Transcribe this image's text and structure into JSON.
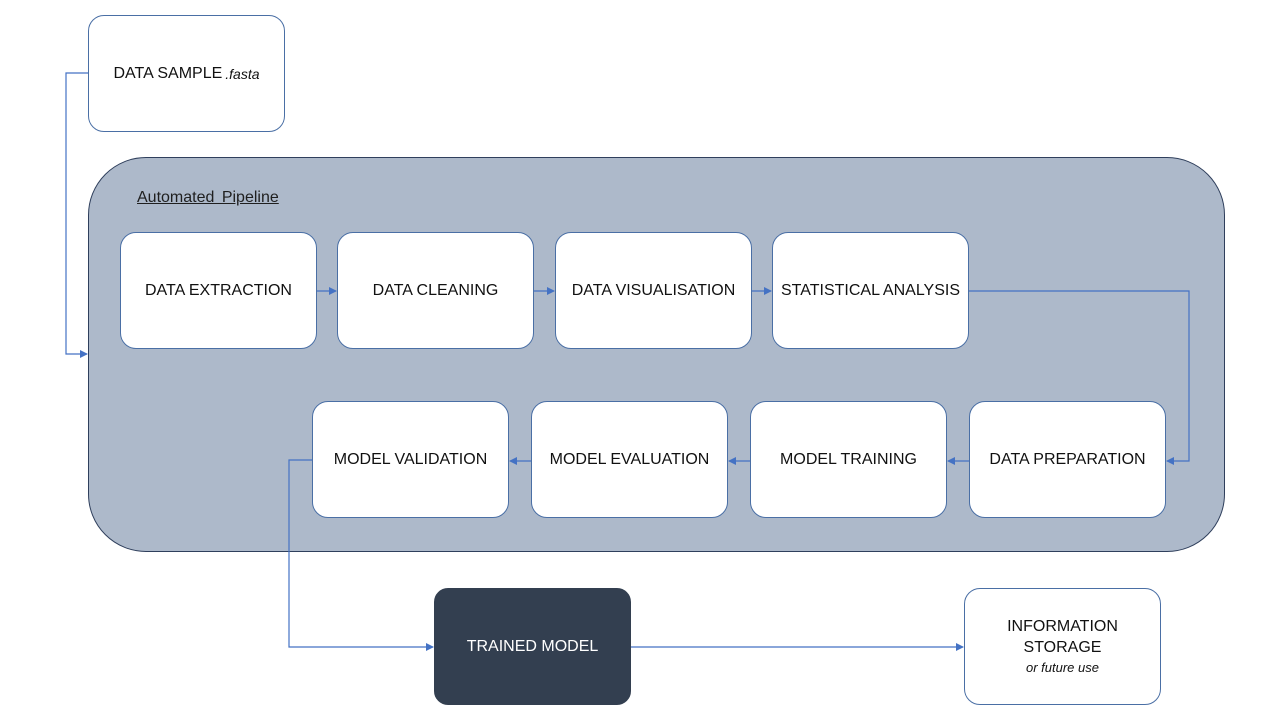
{
  "input": {
    "label": "DATA SAMPLE",
    "format": ".fasta"
  },
  "pipeline": {
    "title": "Automated Pipeline",
    "top_row": [
      "DATA EXTRACTION",
      "DATA CLEANING",
      "DATA VISUALISATION",
      "STATISTICAL ANALYSIS"
    ],
    "bottom_row": [
      "MODEL VALIDATION",
      "MODEL EVALUATION",
      "MODEL TRAINING",
      "DATA PREPARATION"
    ]
  },
  "output": {
    "model": "TRAINED MODEL",
    "storage_line1": "INFORMATION",
    "storage_line2": "STORAGE",
    "storage_note": "or future use"
  },
  "colors": {
    "pipeline_bg": "#adb9ca",
    "pipeline_border": "#2f3f5c",
    "box_border": "#4a6fa5",
    "arrow": "#4472c4",
    "trained_model_bg": "#333f50"
  }
}
